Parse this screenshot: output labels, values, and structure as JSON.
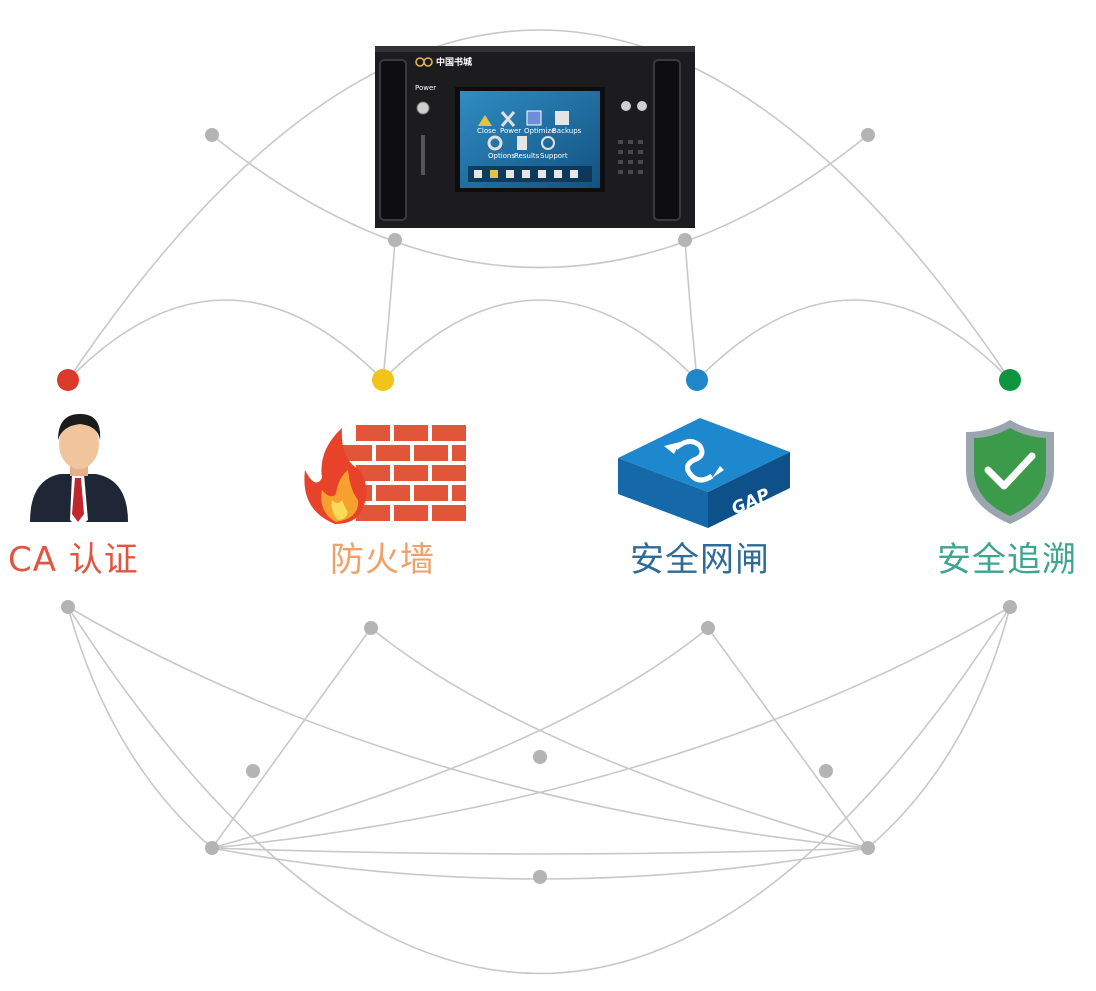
{
  "device": {
    "brand": "中国书城",
    "power_label": "Power",
    "screen_icons": [
      "Close",
      "Power",
      "Optimize",
      "Backups",
      "Options",
      "Results",
      "Support"
    ]
  },
  "nodes": [
    {
      "label": "CA 认证",
      "color": "#d93a2b"
    },
    {
      "label": "防火墙",
      "color": "#f0c419"
    },
    {
      "label": "安全网闸",
      "color": "#1f86c9"
    },
    {
      "label": "安全追溯",
      "color": "#0e9540"
    }
  ],
  "gap_device": {
    "badge": "GAP"
  },
  "colors": {
    "ca_text": "#e0553f",
    "firewall_text": "#eea26a",
    "gap_text": "#2e6c97",
    "trace_text": "#3ea58e"
  }
}
